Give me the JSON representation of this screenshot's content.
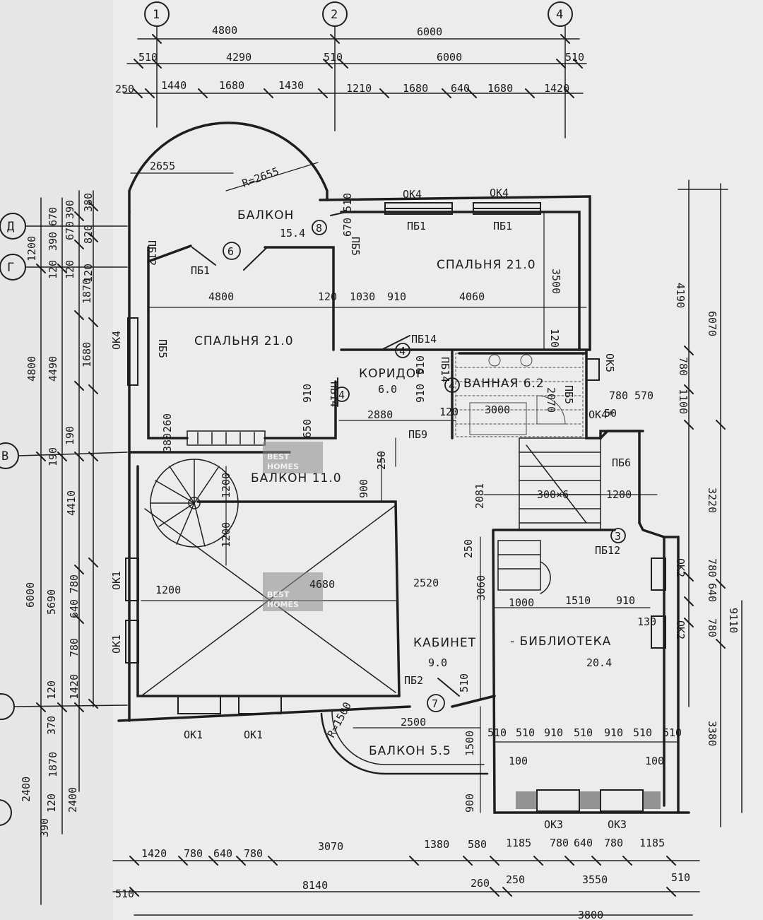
{
  "axes": {
    "top": [
      "1",
      "2",
      "4"
    ],
    "left": [
      "Д",
      "Г",
      "В"
    ]
  },
  "top_dims": {
    "row1": [
      "4800",
      "6000"
    ],
    "row2": [
      "510",
      "4290",
      "510",
      "6000",
      "510"
    ],
    "row3": [
      "250",
      "1440",
      "1680",
      "1430",
      "1210",
      "1680",
      "640",
      "1680",
      "1420"
    ]
  },
  "rooms": {
    "balcony_top": {
      "name": "БАЛКОН",
      "area": "15.4"
    },
    "bedroom_right": {
      "name": "СПАЛЬНЯ 21.0"
    },
    "bedroom_left": {
      "name": "СПАЛЬНЯ 21.0"
    },
    "corridor": {
      "name": "КОРИДОР",
      "area": "6.0"
    },
    "bathroom": {
      "name": "ВАННАЯ 6.2"
    },
    "balcony_mid": {
      "name": "БАЛКОН 11.0"
    },
    "study": {
      "name_left": "КАБИНЕТ",
      "name_right": "- БИБЛИОТЕКА",
      "area_left": "9.0",
      "area_right": "20.4"
    },
    "balcony_bottom": {
      "name": "БАЛКОН 5.5"
    }
  },
  "openings": {
    "ok4_a": "ОК4",
    "ok4_b": "ОК4",
    "pb1_a": "ПБ1",
    "pb1_b": "ПБ1",
    "pb1_c": "ПБ1",
    "pb12": "ПБ12",
    "pb5_a": "ПБ5",
    "pb5_b": "ПБ5",
    "pb14_a": "ПБ14",
    "pb14_b": "ПБ14",
    "pb14_c": "ПБ14",
    "ok4_left": "ОК4",
    "ok5": "ОК5",
    "ok4_star": "ОК4*",
    "pb9": "ПБ9",
    "pb6": "ПБ6",
    "pb12_b": "ПБ12",
    "ok2_a": "ОК2",
    "ok2_b": "ОК2",
    "ok1_a": "ОК1",
    "ok1_b": "ОК1",
    "ok1_c": "ОК1",
    "ok1_d": "ОК1",
    "pb2": "ПБ2",
    "ok3_a": "ОК3",
    "ok3_b": "ОК3",
    "pb5_c": "ПБ5"
  },
  "markers": [
    "6",
    "8",
    "4",
    "4",
    "4",
    "3",
    "7"
  ],
  "inner_dims": {
    "r2655_a": "2655",
    "r2655_b": "R=2655",
    "d4800": "4800",
    "d120": "120",
    "d1030": "1030",
    "d910": "910",
    "d4060": "4060",
    "d3500": "3500",
    "d2880": "2880",
    "d650": "650",
    "d910b": "910",
    "d510": "510",
    "d910c": "910",
    "d120b": "120",
    "d3000": "3000",
    "d2070": "2070",
    "d780": "780",
    "d570": "570",
    "d50": "50",
    "d1200a": "1200",
    "d1200b": "1200",
    "d900": "900",
    "d2081": "2081",
    "d300": "300×6",
    "d1200c": "1200",
    "d1200d": "1200",
    "d4680": "4680",
    "d2520": "2520",
    "d1000": "1000",
    "d1510": "1510",
    "d910d": "910",
    "d3060": "3060",
    "d130": "130",
    "d250": "250",
    "d250b": "250",
    "d2500": "2500",
    "d1500": "1500",
    "r1500": "R=1500",
    "d510b": "510",
    "d900b": "900",
    "d100a": "100",
    "d100b": "100",
    "d120c": "120",
    "d260": "260",
    "d380": "380",
    "d510c": "510",
    "d670": "670",
    "d1202": "1200"
  },
  "study_dims": [
    "510",
    "510",
    "910",
    "510",
    "910",
    "510",
    "510"
  ],
  "left_dims": {
    "outer": [
      "4800",
      "6000",
      "2400"
    ],
    "mid": [
      "1200",
      "4490",
      "4410",
      "5690",
      "1870",
      "2400"
    ],
    "inner": [
      "380",
      "820",
      "670",
      "390",
      "120",
      "1870",
      "1680",
      "190",
      "190",
      "780",
      "640",
      "780",
      "1420",
      "120",
      "370",
      "120",
      "390"
    ],
    "row_b": [
      "120",
      "390",
      "670",
      "120"
    ]
  },
  "right_dims": {
    "outer": [
      "4190",
      "6070",
      "9110",
      "3380"
    ],
    "mid": [
      "780",
      "1100",
      "3220",
      "780",
      "640",
      "780"
    ]
  },
  "bottom_dims": {
    "row1": [
      "1420",
      "780",
      "640",
      "780",
      "3070",
      "1380",
      "580",
      "1185",
      "780",
      "640",
      "780",
      "1185"
    ],
    "row2": [
      "510",
      "8140",
      "260",
      "250",
      "3550",
      "510"
    ],
    "row3": [
      "3800"
    ]
  },
  "bottom_windows": [
    "ОК1",
    "ОК1",
    "ОК3",
    "ОК3"
  ],
  "watermark": [
    "BEST",
    "HOMES"
  ]
}
